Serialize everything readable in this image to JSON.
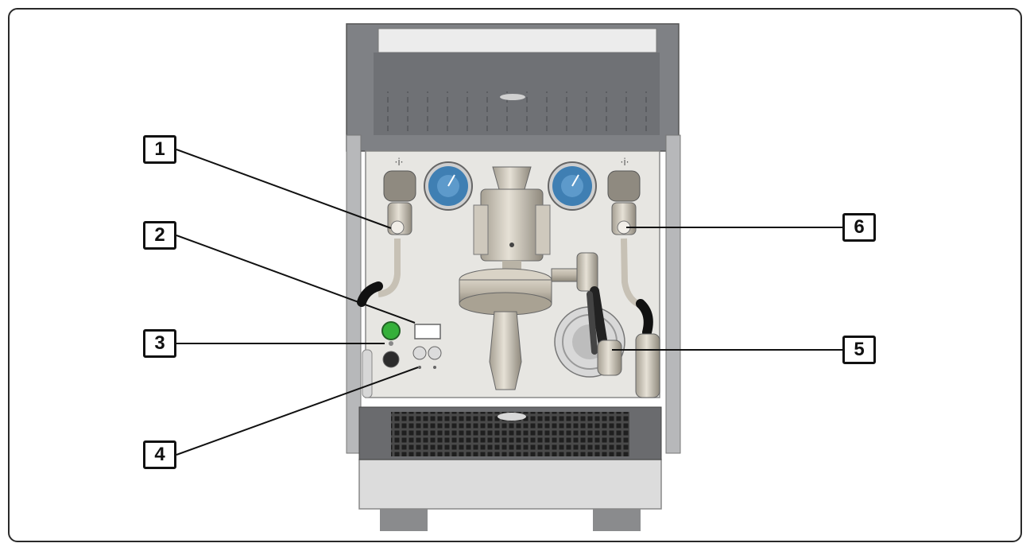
{
  "callouts": [
    {
      "id": "1",
      "label": "1"
    },
    {
      "id": "2",
      "label": "2"
    },
    {
      "id": "3",
      "label": "3"
    },
    {
      "id": "4",
      "label": "4"
    },
    {
      "id": "5",
      "label": "5"
    },
    {
      "id": "6",
      "label": "6"
    }
  ],
  "colors": {
    "frame": "#2a2a2a",
    "housing": "#7f8185",
    "panel": "#e7e6e2",
    "gauge": "#3f7fb3",
    "power_light": "#35b03a",
    "chrome": "#c9c3b6",
    "drip_grate": "#3a3a3a"
  }
}
